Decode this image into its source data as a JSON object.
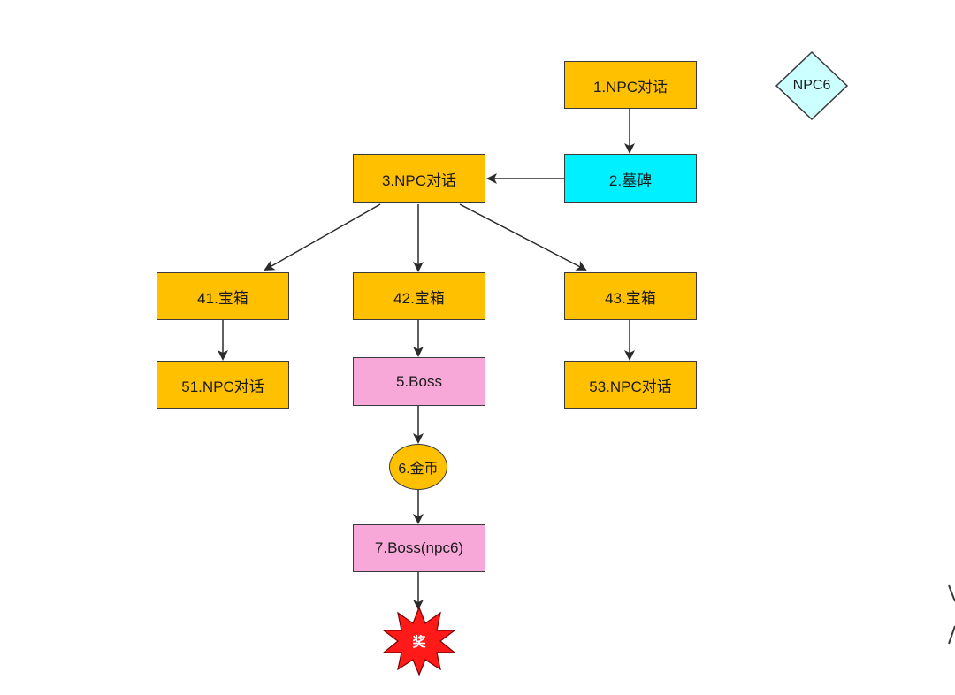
{
  "nodes": {
    "n1": "1.NPC对话",
    "n2": "2.墓碑",
    "n3": "3.NPC对话",
    "n41": "41.宝箱",
    "n42": "42.宝箱",
    "n43": "43.宝箱",
    "n51": "51.NPC对话",
    "n5": "5.Boss",
    "n53": "53.NPC对话",
    "n6": "6.金币",
    "n7": "7.Boss(npc6)",
    "end": "奖"
  },
  "side_node": "NPC6",
  "colors": {
    "task": "#ffc000",
    "tombstone": "#00f0ff",
    "boss": "#f7a8d8",
    "npc_diamond": "#ccffff",
    "end_burst": "#ff0000",
    "edge": "#2b2b2b"
  }
}
